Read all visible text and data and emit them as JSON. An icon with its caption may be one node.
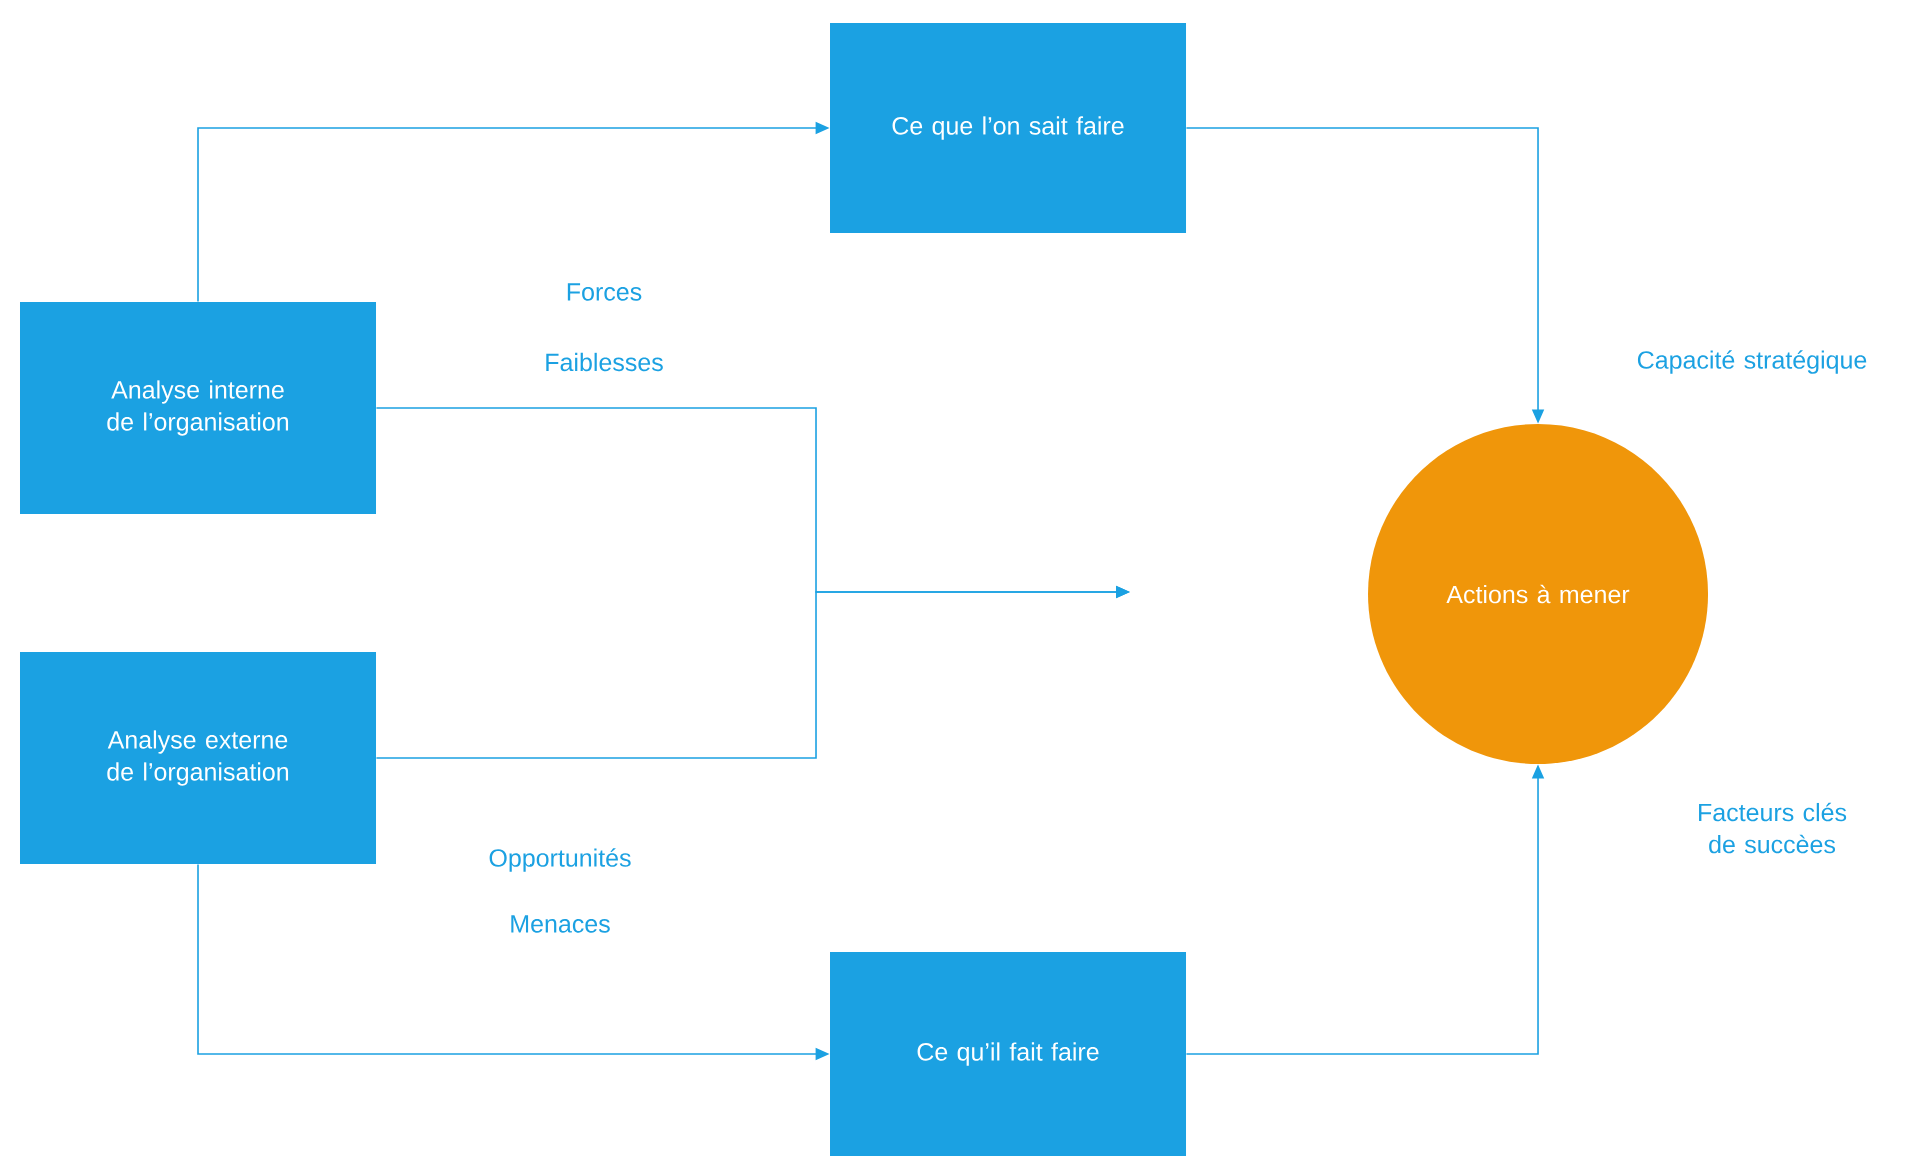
{
  "diagram": {
    "nodes": [
      {
        "text": [
          "Analyse interne de l’organisation"
        ]
      },
      {
        "text": [
          "Analyse externe de l’organisation"
        ]
      },
      {
        "text": [
          "Ce que l’on sait faire"
        ]
      },
      {
        "text": [
          "Ce qu’il fait faire"
        ]
      },
      {
        "text": [
          "Actions à mener"
        ]
      }
    ],
    "edges": [
      {
        "from": 0,
        "to": 2,
        "arrow": "to"
      },
      {
        "from": 1,
        "to": 3,
        "arrow": "to"
      },
      {
        "from": 2,
        "to": 4,
        "arrow": "to"
      },
      {
        "from": 3,
        "to": 4,
        "arrow": "to"
      },
      {
        "from": 0,
        "to": null,
        "arrow": "to"
      },
      {
        "from": 1,
        "to": null,
        "arrow": "to"
      }
    ],
    "labels": [
      "Forces",
      "Faiblesses",
      "Opportunités",
      "Menaces",
      "Capacité stratégique",
      "Facteurs clés de succèes"
    ]
  }
}
